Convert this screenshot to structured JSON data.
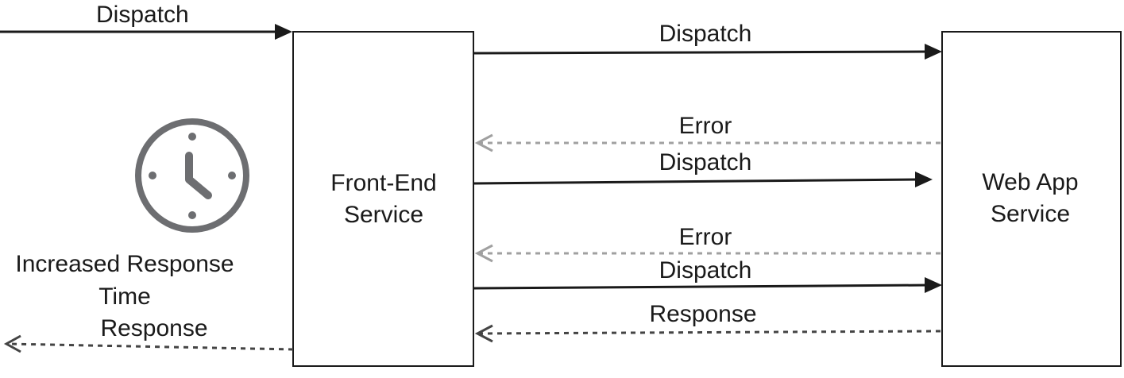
{
  "diagram": {
    "incoming": {
      "label": "Dispatch"
    },
    "front_end": {
      "line1": "Front-End",
      "line2": "Service"
    },
    "web_app": {
      "line1": "Web App",
      "line2": "Service"
    },
    "messages": [
      {
        "label": "Dispatch",
        "kind": "request"
      },
      {
        "label": "Error",
        "kind": "error"
      },
      {
        "label": "Dispatch",
        "kind": "request"
      },
      {
        "label": "Error",
        "kind": "error"
      },
      {
        "label": "Dispatch",
        "kind": "request"
      },
      {
        "label": "Response",
        "kind": "response"
      }
    ],
    "timer": {
      "icon": "clock-icon",
      "line1": "Increased Response",
      "line2": "Time"
    },
    "outgoing": {
      "label": "Response"
    },
    "colors": {
      "line": "#1a1a1a",
      "dashed": "#444444",
      "error": "#a0a0a0",
      "clock": "#6d6e71"
    }
  }
}
